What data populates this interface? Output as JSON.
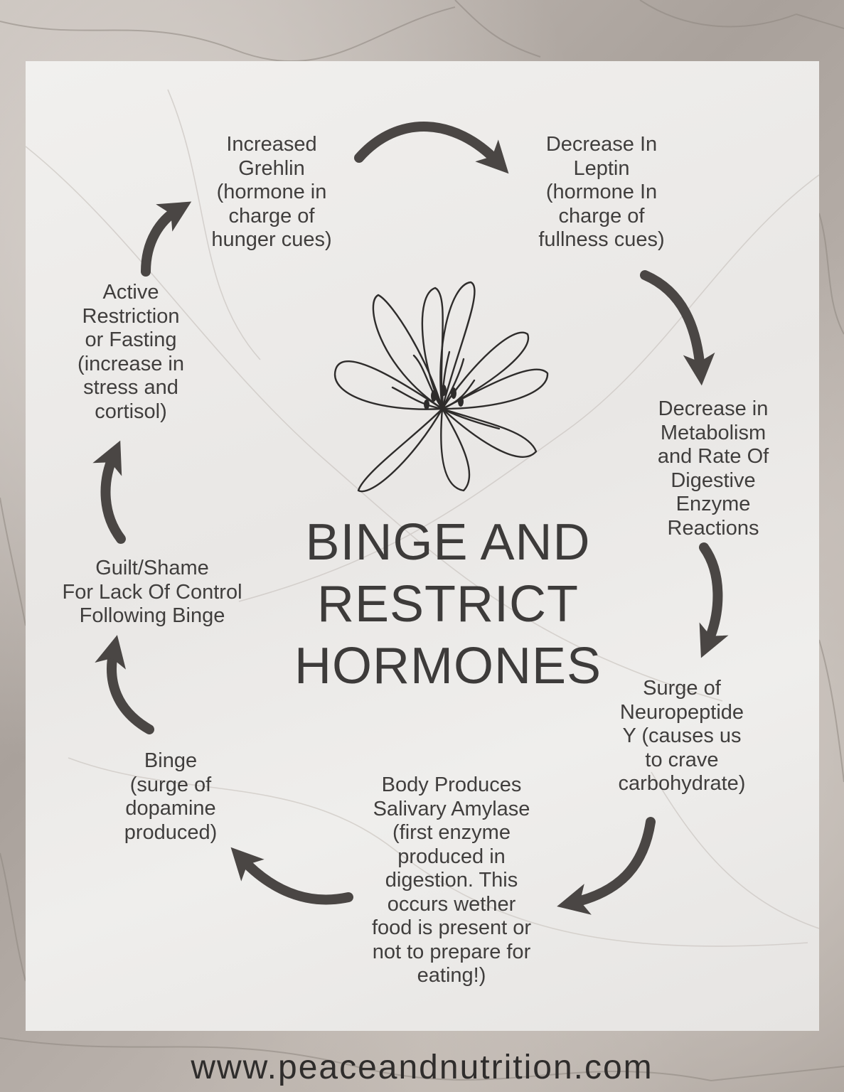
{
  "title_lines": [
    "BINGE AND",
    "RESTRICT",
    "HORMONES"
  ],
  "steps": [
    {
      "lines": [
        "Increased",
        "Grehlin",
        "(hormone in",
        "charge of",
        "hunger cues)"
      ]
    },
    {
      "lines": [
        "Decrease In",
        "Leptin",
        "(hormone In",
        "charge of",
        "fullness cues)"
      ]
    },
    {
      "lines": [
        "Decrease in",
        "Metabolism",
        "and Rate Of",
        "Digestive",
        "Enzyme",
        "Reactions"
      ]
    },
    {
      "lines": [
        "Surge of",
        "Neuropeptide",
        "Y (causes us",
        "to crave",
        "carbohydrate)"
      ]
    },
    {
      "lines": [
        "Body Produces",
        "Salivary Amylase",
        "(first enzyme",
        "produced in",
        "digestion. This",
        "occurs wether",
        "food is present or",
        "not to prepare for",
        "eating!)"
      ]
    },
    {
      "lines": [
        "Binge",
        "(surge of",
        "dopamine",
        "produced)"
      ]
    },
    {
      "lines": [
        "Guilt/Shame",
        "For Lack Of Control",
        "Following Binge"
      ]
    },
    {
      "lines": [
        "Active",
        "Restriction",
        "or Fasting",
        "(increase in",
        "stress and",
        "cortisol)"
      ]
    }
  ],
  "footer": "www.peaceandnutrition.com",
  "colors": {
    "text": "#3d3b3a",
    "arrow": "#4a4644",
    "panel": "#eeedeb",
    "marble": "#b4aca6"
  },
  "icons": {
    "center": "flower-icon",
    "connector": "curved-arrow-icon"
  }
}
